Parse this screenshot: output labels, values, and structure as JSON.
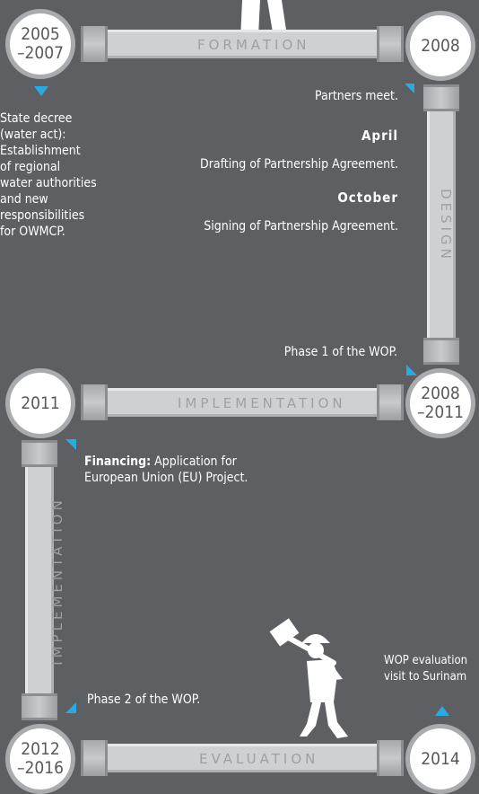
{
  "stages": {
    "formation": "FORMATION",
    "design": "DESIGN",
    "implementation_top": "IMPLEMENTATION",
    "implementation_side": "IMPLEMENTATION",
    "evaluation": "EVALUATION"
  },
  "milestones": {
    "m2005": "2005\n–2007",
    "m2008": "2008",
    "m2008b": "2008\n–2011",
    "m2011": "2011",
    "m2012": "2012\n–2016",
    "m2014": "2014"
  },
  "notes": {
    "state_decree": "State decree\n(water act):\nEstablishment\nof regional\nwater authorities\nand new\nresponsibilities\nfor OWMCP.",
    "partners_meet": "Partners meet.",
    "april_heading": "April",
    "april_text": "Drafting of Partnership Agreement.",
    "october_heading": "October",
    "october_text": "Signing of Partnership Agreement.",
    "phase1": "Phase 1 of the WOP.",
    "financing_bold": "Financing:",
    "financing_text": " Application for\nEuropean Union (EU) Project.",
    "phase2": "Phase 2 of the WOP.",
    "wop_eval": "WOP evaluation\nvisit to Surinam"
  },
  "colors": {
    "background": "#5e5f62",
    "pipe": "#cfd0d1",
    "accent": "#29abe2",
    "circle_text": "#58595b"
  },
  "icons": {
    "worker": "worker-with-sledgehammer-icon",
    "worker_top": "worker-legs-icon"
  }
}
